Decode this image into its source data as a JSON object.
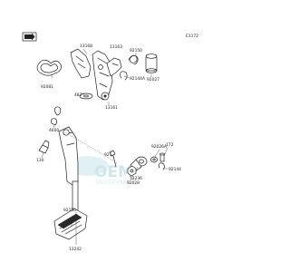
{
  "figure_code": "E1172",
  "watermark": {
    "brand": "OEM",
    "tagline": "MOTORPARTS"
  },
  "part_labels": [
    {
      "id": "corner",
      "text": "13168"
    },
    {
      "id": "shaft",
      "text": "13161"
    },
    {
      "id": "arm",
      "text": "13163"
    },
    {
      "id": "spring_top",
      "text": "92150"
    },
    {
      "id": "collar",
      "text": "92027"
    },
    {
      "id": "clip",
      "text": "92144A"
    },
    {
      "id": "oring",
      "text": "92081"
    },
    {
      "id": "mid_small",
      "text": "482"
    },
    {
      "id": "ring_left",
      "text": "4600"
    },
    {
      "id": "bolt_left",
      "text": "130"
    },
    {
      "id": "washer_right",
      "text": "92026A"
    },
    {
      "id": "pin_right",
      "text": "172"
    },
    {
      "id": "clip_right",
      "text": "92144"
    },
    {
      "id": "collar_mid",
      "text": "13236"
    },
    {
      "id": "nut_mid",
      "text": "92028"
    },
    {
      "id": "bolt_mid",
      "text": "921"
    },
    {
      "id": "pedal_rubber",
      "text": "92150"
    },
    {
      "id": "pedal",
      "text": "13242"
    }
  ]
}
